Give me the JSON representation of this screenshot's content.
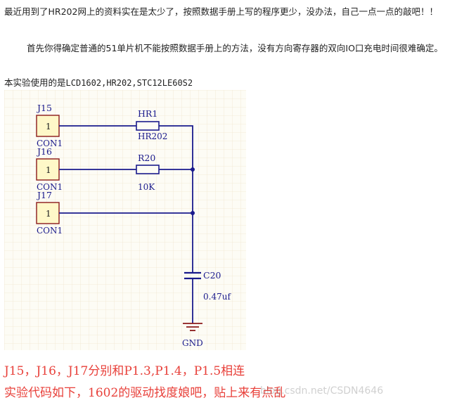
{
  "article": {
    "para1": "最近用到了HR202网上的资料实在是太少了，按照数据手册上写的程序更少，没办法，自己一点一点的敲吧！！",
    "para2": "首先你得确定普通的51单片机不能按照数据手册上的方法，没有方向寄存器的双向IO口充电时间很难确定。",
    "para3_prefix": "本实验使用的是",
    "para3_parts": "LCD1602,HR202,STC12LE60S2",
    "red_line1": "J15，J16，J17分别和P1.3,P1.4，P1.5相连",
    "red_line2": "实验代码如下，1602的驱动找度娘吧，贴上来有点乱",
    "watermark": "blog.csdn.net/CSDN4646"
  },
  "schematic": {
    "connectors": [
      {
        "ref": "J15",
        "pin": "1",
        "type": "CON1"
      },
      {
        "ref": "J16",
        "pin": "1",
        "type": "CON1"
      },
      {
        "ref": "J17",
        "pin": "1",
        "type": "CON1"
      }
    ],
    "resistors": [
      {
        "ref": "HR1",
        "value": "HR202"
      },
      {
        "ref": "R20",
        "value": "10K"
      }
    ],
    "capacitor": {
      "ref": "C20",
      "value": "0.47uf"
    },
    "ground_label": "GND",
    "colors": {
      "background": "#fdfcf5",
      "grid": "#f0e6d0",
      "wire": "#1a1a8c",
      "part_outline": "#8b1a1a",
      "connector_fill": "#fff8c8",
      "label_text": "#1a1a8c",
      "accent_red": "#e8403a"
    }
  }
}
